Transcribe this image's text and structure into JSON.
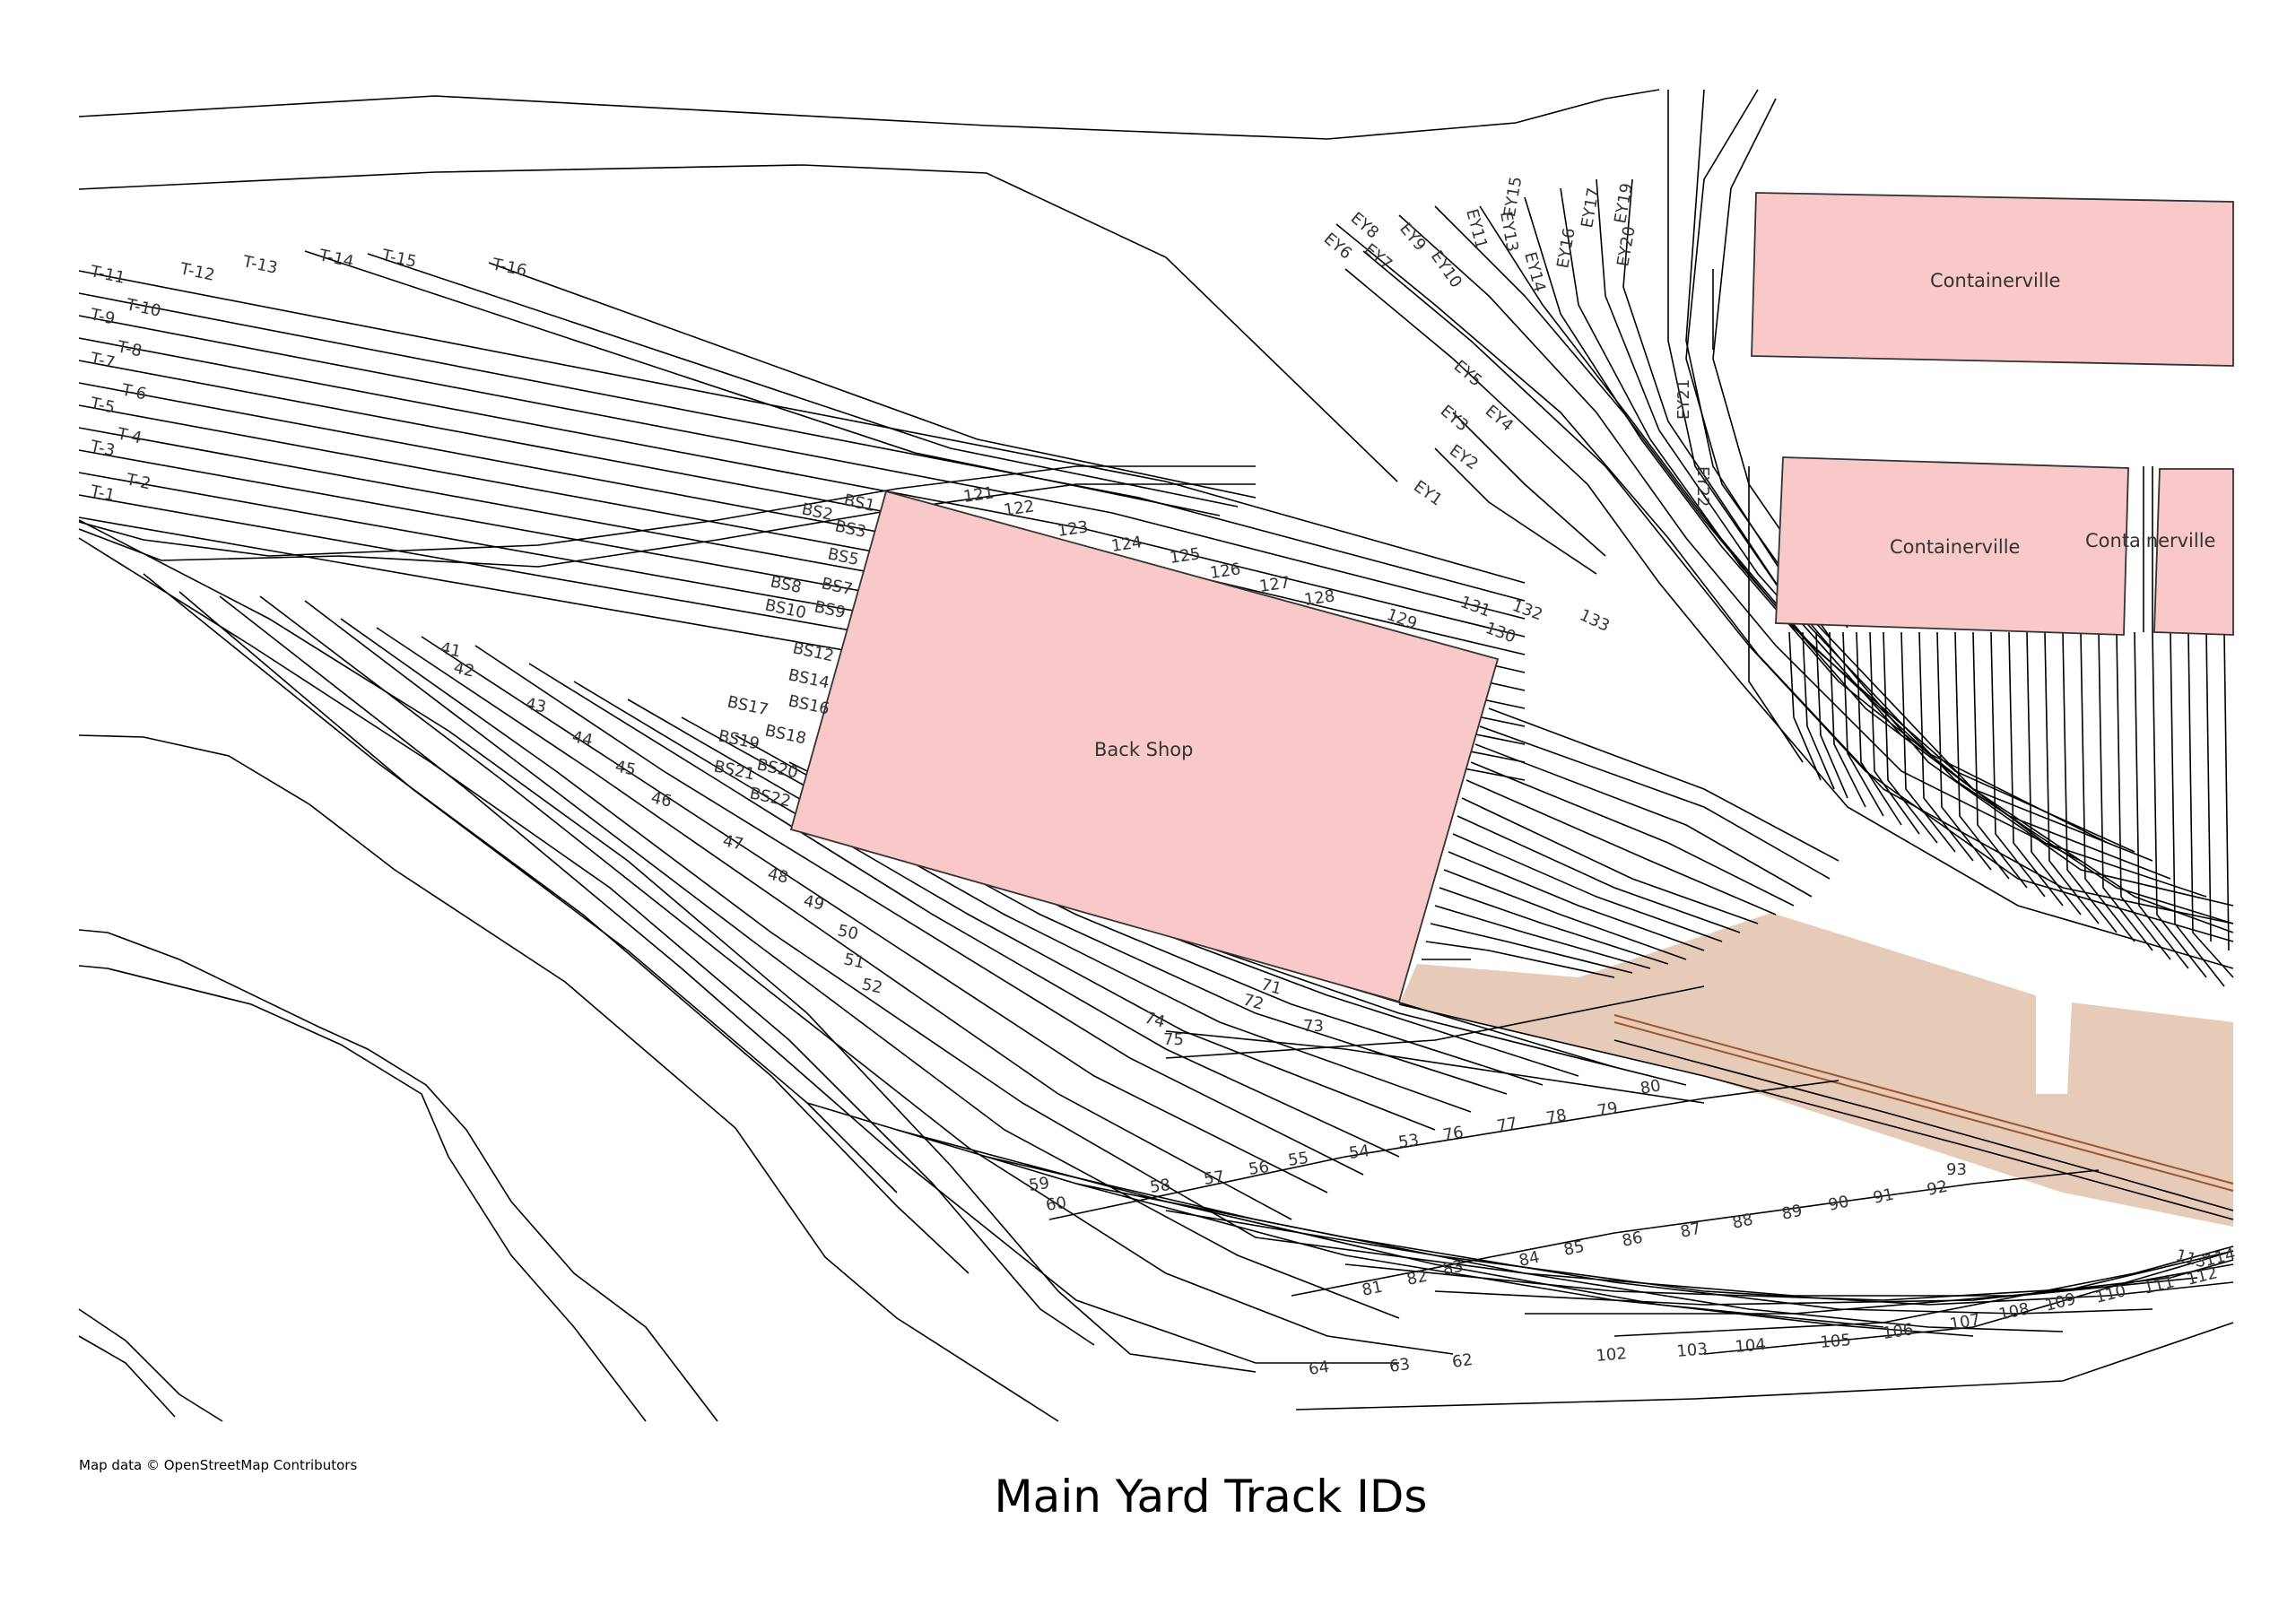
{
  "map": {
    "title": "Main Yard Track IDs",
    "attribution": "Map data © OpenStreetMap Contributors",
    "colors": {
      "background": "#ffffff",
      "building": "#f9c9c9",
      "paved_area": "#e6cbb8",
      "track": "#000000",
      "rail_accent": "#a0552a",
      "label": "#333333"
    },
    "buildings": [
      {
        "name": "Back Shop"
      },
      {
        "name": "Containerville"
      },
      {
        "name": "Containerville"
      },
      {
        "name": "Containerville"
      }
    ],
    "track_groups": {
      "t_tracks": [
        "T-1",
        "T-2",
        "T-3",
        "T-4",
        "T-5",
        "T-6",
        "T-7",
        "T-8",
        "T-9",
        "T-10",
        "T-11",
        "T-12",
        "T-13",
        "T-14",
        "T-15",
        "T-16"
      ],
      "bs_tracks": [
        "BS1",
        "BS2",
        "BS3",
        "BS5",
        "BS7",
        "BS8",
        "BS9",
        "BS10",
        "BS12",
        "BS14",
        "BS16",
        "BS17",
        "BS18",
        "BS19",
        "BS20",
        "BS21",
        "BS22"
      ],
      "ey_tracks": [
        "EY1",
        "EY2",
        "EY3",
        "EY4",
        "EY5",
        "EY6",
        "EY7",
        "EY8",
        "EY9",
        "EY10",
        "EY11",
        "EY13",
        "EY14",
        "EY15",
        "EY16",
        "EY17",
        "EY19",
        "EY20",
        "EY21",
        "EY22"
      ],
      "shop_tracks": [
        "121",
        "122",
        "123",
        "124",
        "125",
        "126",
        "127",
        "128",
        "129",
        "130",
        "131",
        "132",
        "133"
      ],
      "west_tracks": [
        "41",
        "42",
        "43",
        "44",
        "45",
        "46",
        "47",
        "48",
        "49",
        "50",
        "51",
        "52"
      ],
      "mid_tracks": [
        "53",
        "54",
        "55",
        "56",
        "57",
        "58",
        "59",
        "60",
        "62",
        "63",
        "64",
        "71",
        "72",
        "73",
        "74",
        "75",
        "76",
        "77",
        "78",
        "79",
        "80"
      ],
      "east_tracks": [
        "81",
        "82",
        "83",
        "84",
        "85",
        "86",
        "87",
        "88",
        "89",
        "90",
        "91",
        "92",
        "93"
      ],
      "south_tracks": [
        "102",
        "103",
        "104",
        "105",
        "106",
        "107",
        "108",
        "109",
        "110",
        "111",
        "112",
        "113",
        "114"
      ]
    }
  }
}
